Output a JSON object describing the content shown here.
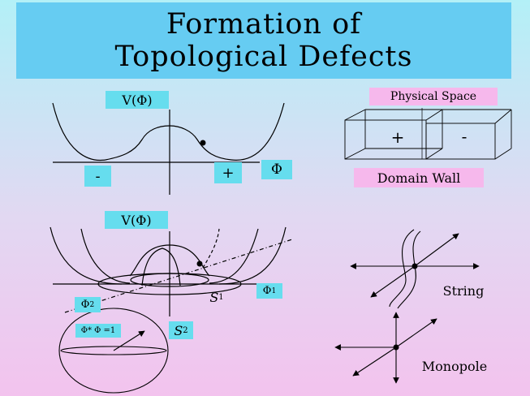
{
  "title": {
    "line1": "Formation of",
    "line2": "Topological Defects"
  },
  "potential_top": {
    "axis_label": "V(Φ)",
    "minus_label": "-",
    "plus_label": "+",
    "phi_label": "Φ"
  },
  "domain_wall": {
    "physical_space": "Physical Space",
    "plus": "+",
    "minus": "-",
    "caption": "Domain Wall"
  },
  "potential_bottom": {
    "axis_label": "V(Φ)",
    "s1": "S",
    "s1_sub": "1",
    "phi1": "Φ",
    "phi1_sub": "1",
    "phi2": "Φ",
    "phi2_sub": "2",
    "s2": "S",
    "s2_sub": "2",
    "constraint": "Φ* Φ =1"
  },
  "defects": {
    "string": "String",
    "monopole": "Monopole"
  },
  "colors": {
    "title_bg": "#66ccf2",
    "cyan_label": "#66ddee",
    "pink_label": "#f6b8ec"
  }
}
